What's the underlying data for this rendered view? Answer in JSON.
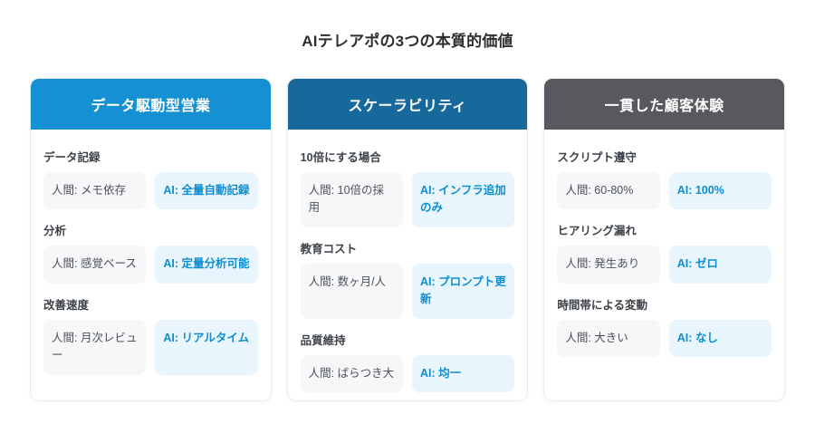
{
  "page": {
    "title": "AIテレアポの3つの本質的価値"
  },
  "colors": {
    "card1_header": "#1590d2",
    "card2_header": "#17699b",
    "card3_header": "#58595e",
    "ai_box_bg": "#e9f5fc",
    "ai_text": "#0d8ed2",
    "human_box_bg": "#f6f7f9",
    "human_text": "#4e5257",
    "label_text": "#3d4248",
    "card_border": "#e9edf3"
  },
  "cards": [
    {
      "title": "データ駆動型営業",
      "header_color": "#1590d2",
      "rows": [
        {
          "label": "データ記録",
          "human": "人間: メモ依存",
          "ai": "AI: 全量自動記録"
        },
        {
          "label": "分析",
          "human": "人間: 感覚ベース",
          "ai": "AI: 定量分析可能"
        },
        {
          "label": "改善速度",
          "human": "人間: 月次レビュー",
          "ai": "AI: リアルタイム"
        }
      ]
    },
    {
      "title": "スケーラビリティ",
      "header_color": "#17699b",
      "rows": [
        {
          "label": "10倍にする場合",
          "human": "人間: 10倍の採用",
          "ai": "AI: インフラ追加のみ"
        },
        {
          "label": "教育コスト",
          "human": "人間: 数ヶ月/人",
          "ai": "AI: プロンプト更新"
        },
        {
          "label": "品質維持",
          "human": "人間: ばらつき大",
          "ai": "AI: 均一"
        }
      ]
    },
    {
      "title": "一貫した顧客体験",
      "header_color": "#58595e",
      "rows": [
        {
          "label": "スクリプト遵守",
          "human": "人間: 60-80%",
          "ai": "AI: 100%"
        },
        {
          "label": "ヒアリング漏れ",
          "human": "人間: 発生あり",
          "ai": "AI: ゼロ"
        },
        {
          "label": "時間帯による変動",
          "human": "人間: 大きい",
          "ai": "AI: なし"
        }
      ]
    }
  ]
}
